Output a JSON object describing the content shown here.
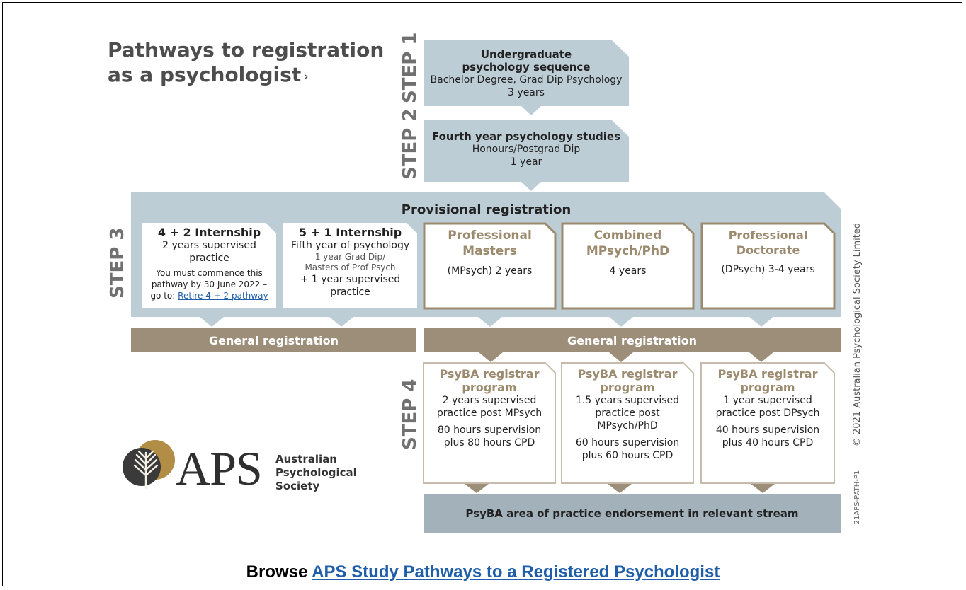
{
  "title": {
    "line1": "Pathways to registration",
    "line2": "as a psychologist",
    "arrow": "›"
  },
  "colors": {
    "panel": "#bccdd6",
    "tan": "#9c8a6e",
    "tan_bar": "#9c8e79",
    "endorse": "#a2b1ba",
    "link": "#1f5ea8"
  },
  "step1": {
    "label": "STEP 1",
    "heading1": "Undergraduate",
    "heading2": "psychology sequence",
    "line1": "Bachelor Degree, Grad Dip Psychology",
    "line2": "3 years"
  },
  "step2": {
    "label": "STEP 2",
    "heading": "Fourth year psychology studies",
    "line1": "Honours/Postgrad Dip",
    "line2": "1 year"
  },
  "step3": {
    "label": "STEP 3",
    "header": "Provisional registration",
    "internship42": {
      "heading": "4 + 2 Internship",
      "line1": "2 years supervised",
      "line2": "practice",
      "note1": "You must commence this",
      "note2": "pathway by 30 June 2022 –",
      "note3": "go to:",
      "link": "Retire 4 + 2 pathway"
    },
    "internship51": {
      "heading": "5 + 1 Internship",
      "line1": "Fifth year of psychology",
      "small1": "1 year Grad Dip/",
      "small2": "Masters of Prof Psych",
      "line2": "+ 1 year supervised",
      "line3": "practice"
    },
    "masters": {
      "heading1": "Professional",
      "heading2": "Masters",
      "line": "(MPsych) 2 years"
    },
    "combined": {
      "heading1": "Combined",
      "heading2": "MPsych/PhD",
      "line": "4 years"
    },
    "doctorate": {
      "heading1": "Professional",
      "heading2": "Doctorate",
      "line": "(DPsych) 3-4 years"
    }
  },
  "general_left": "General registration",
  "general_right": "General registration",
  "step4": {
    "label": "STEP 4",
    "programs": [
      {
        "heading1": "PsyBA registrar",
        "heading2": "program",
        "l1": "2 years supervised",
        "l2": "practice post MPsych",
        "l3": "",
        "l4": "80 hours supervision",
        "l5": "plus 80 hours CPD"
      },
      {
        "heading1": "PsyBA registrar",
        "heading2": "program",
        "l1": "1.5 years supervised",
        "l2": "practice post",
        "l3": "MPsych/PhD",
        "l4": "60 hours supervision",
        "l5": "plus 60 hours CPD"
      },
      {
        "heading1": "PsyBA registrar",
        "heading2": "program",
        "l1": "1 year supervised",
        "l2": "practice post DPsych",
        "l3": "",
        "l4": "40 hours supervision",
        "l5": "plus 40 hours CPD"
      }
    ]
  },
  "endorsement": "PsyBA area of practice endorsement in relevant stream",
  "copyright": "© 2021 Australian Psychological Society Limited",
  "code": "21APS-PATH-P1",
  "logo": {
    "acronym": "APS",
    "name1": "Australian",
    "name2": "Psychological",
    "name3": "Society"
  },
  "browse": {
    "prefix": "Browse",
    "link": "APS Study Pathways to a Registered Psychologist"
  }
}
